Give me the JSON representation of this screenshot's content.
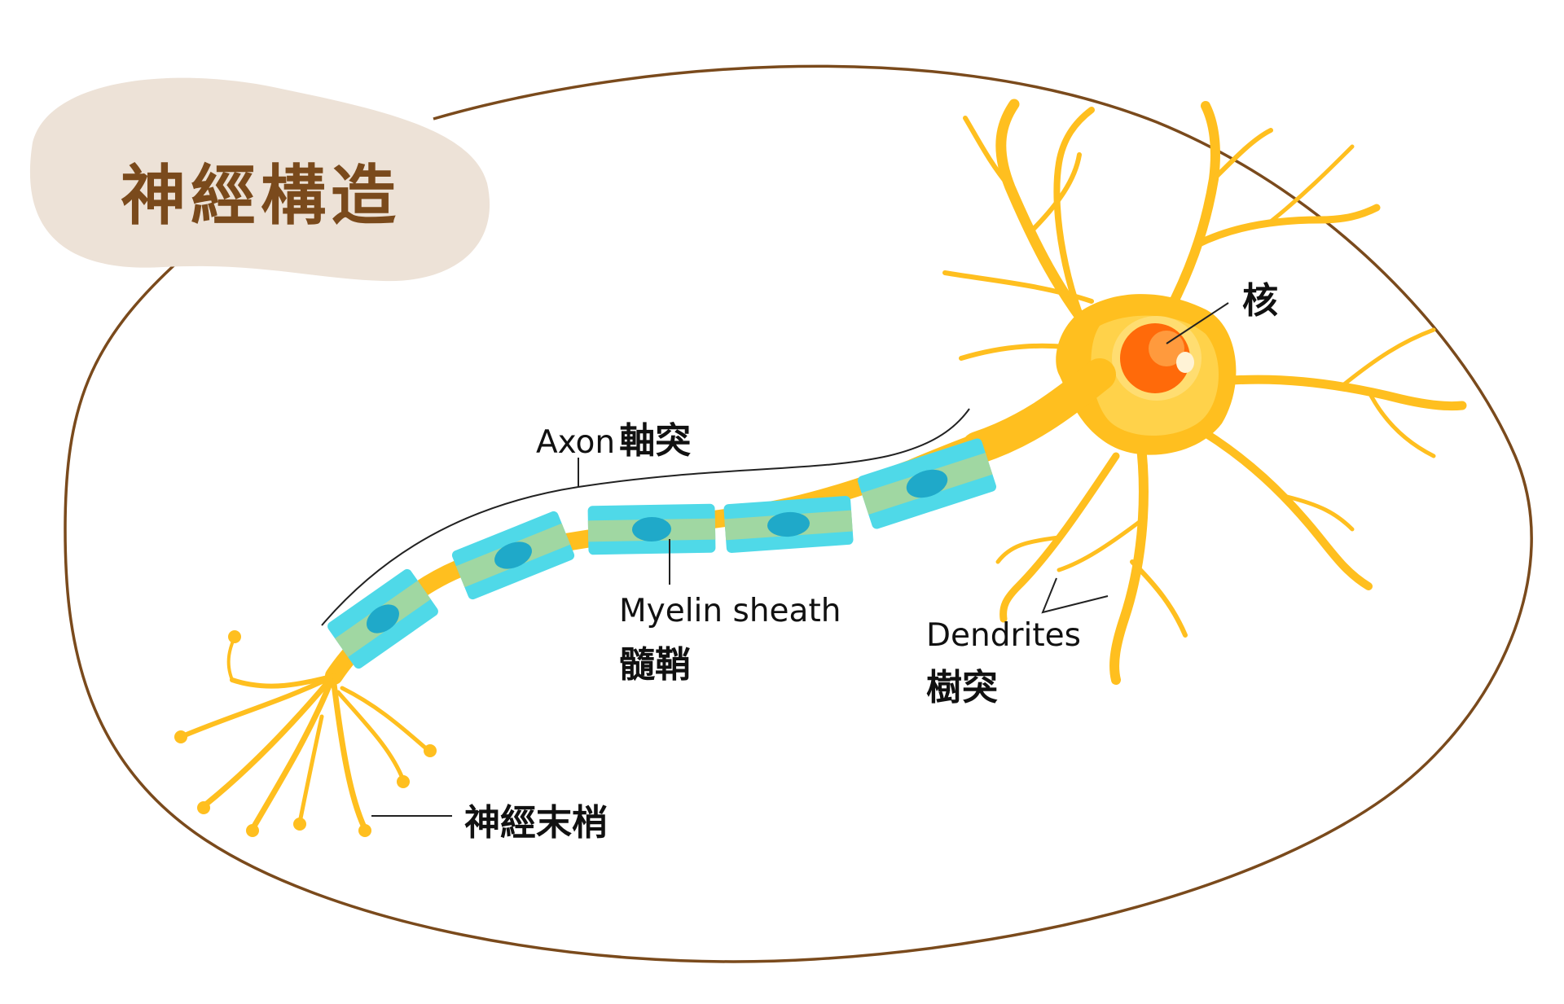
{
  "title": "神經構造",
  "labels": {
    "axon_en": "Axon",
    "axon_zh": "軸突",
    "nucleus": "核",
    "myelin_en": "Myelin sheath",
    "myelin_zh": "髓鞘",
    "dendrites_en": "Dendrites",
    "dendrites_zh": "樹突",
    "nerve_endings": "神經末梢"
  },
  "colors": {
    "title_blob": "#ede2d7",
    "title_text": "#7a4a1c",
    "outline": "#7a4a1c",
    "neuron": "#ffbf1f",
    "neuron_highlight": "#ffe07a",
    "nucleus": "#ff6a0a",
    "myelin": "#4fd9e8",
    "myelin_core": "#a9d69a",
    "schwann_nucleus": "#1fa9c9"
  }
}
